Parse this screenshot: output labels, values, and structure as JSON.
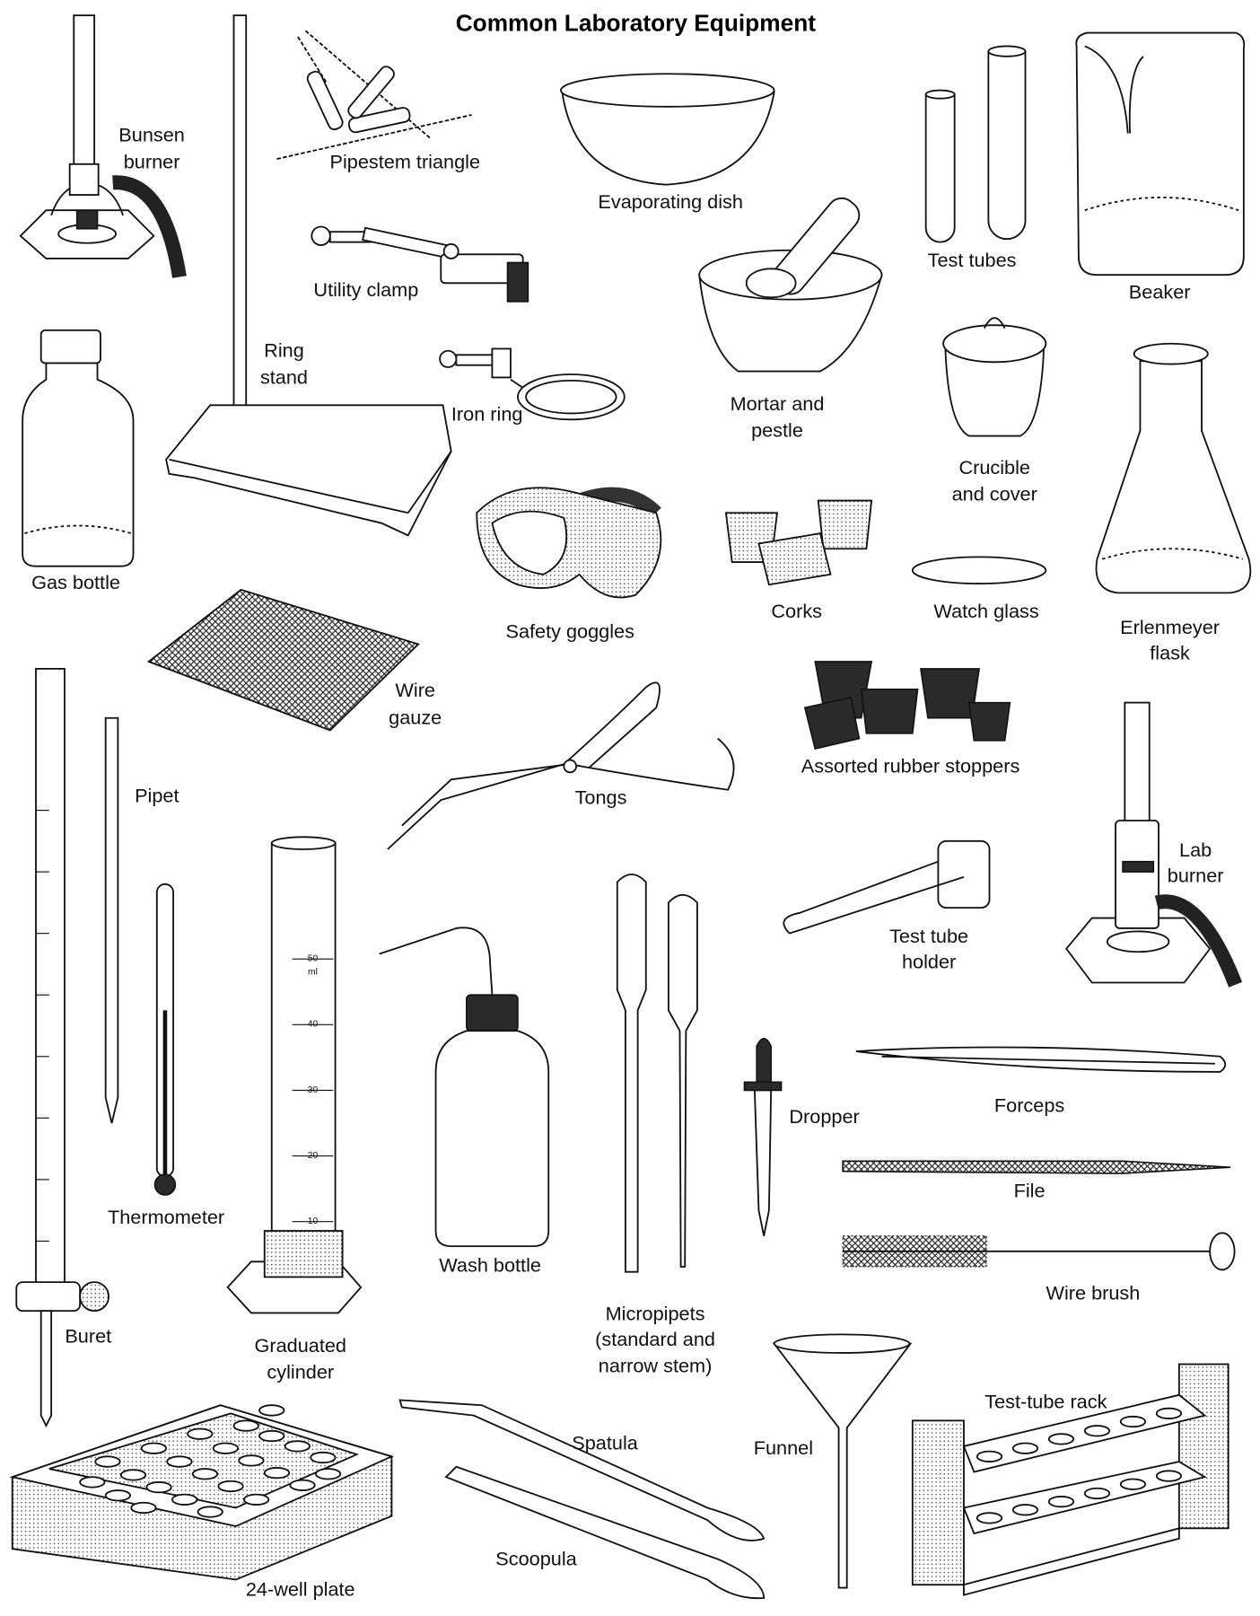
{
  "title": "Common Laboratory Equipment",
  "labels": {
    "bunsen_burner": [
      "Bunsen",
      "burner"
    ],
    "pipestem_triangle": [
      "Pipestem triangle"
    ],
    "evaporating_dish": [
      "Evaporating dish"
    ],
    "test_tubes": [
      "Test tubes"
    ],
    "beaker": [
      "Beaker"
    ],
    "utility_clamp": [
      "Utility clamp"
    ],
    "ring_stand": [
      "Ring",
      "stand"
    ],
    "iron_ring": [
      "Iron ring"
    ],
    "mortar_and_pestle": [
      "Mortar and",
      "pestle"
    ],
    "crucible_and_cover": [
      "Crucible",
      "and cover"
    ],
    "gas_bottle": [
      "Gas bottle"
    ],
    "safety_goggles": [
      "Safety goggles"
    ],
    "corks": [
      "Corks"
    ],
    "watch_glass": [
      "Watch glass"
    ],
    "erlenmeyer_flask": [
      "Erlenmeyer",
      "flask"
    ],
    "wire_gauze": [
      "Wire",
      "gauze"
    ],
    "pipet": [
      "Pipet"
    ],
    "tongs": [
      "Tongs"
    ],
    "rubber_stoppers": [
      "Assorted rubber stoppers"
    ],
    "lab_burner": [
      "Lab",
      "burner"
    ],
    "test_tube_holder": [
      "Test tube",
      "holder"
    ],
    "thermometer": [
      "Thermometer"
    ],
    "wash_bottle": [
      "Wash bottle"
    ],
    "dropper": [
      "Dropper"
    ],
    "forceps": [
      "Forceps"
    ],
    "file": [
      "File"
    ],
    "wire_brush": [
      "Wire brush"
    ],
    "buret": [
      "Buret"
    ],
    "graduated_cylinder": [
      "Graduated",
      "cylinder"
    ],
    "micropipets": [
      "Micropipets",
      "(standard and",
      "narrow stem)"
    ],
    "test_tube_rack": [
      "Test-tube rack"
    ],
    "spatula": [
      "Spatula"
    ],
    "funnel": [
      "Funnel"
    ],
    "scoopula": [
      "Scoopula"
    ],
    "well_plate": [
      "24-well plate"
    ]
  },
  "cylinder_scale": [
    "50",
    "ml",
    "40",
    "30",
    "20",
    "10"
  ]
}
